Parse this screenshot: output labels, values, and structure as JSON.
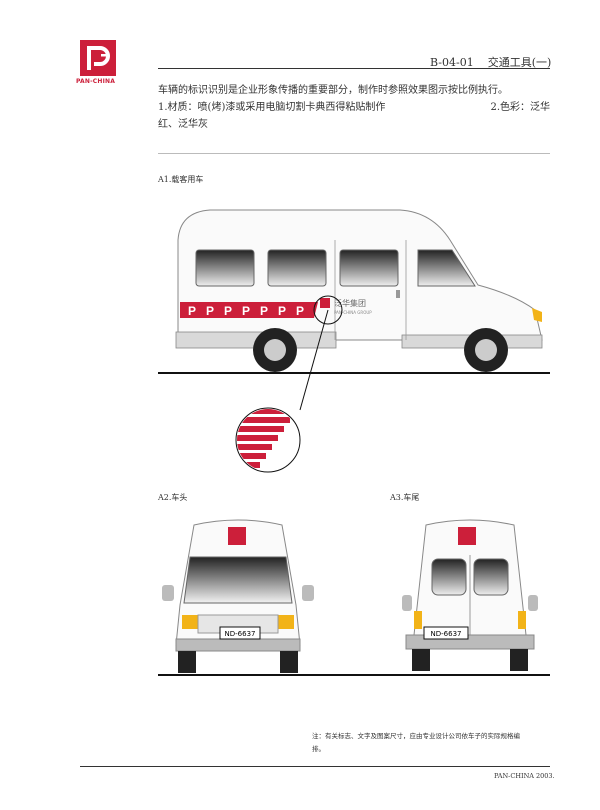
{
  "brand": {
    "name": "PAN-CHINA",
    "color": "#cc1f3a"
  },
  "header": {
    "code": "B-04-01",
    "title": "交通工具(一)"
  },
  "intro": {
    "line1": "车辆的标识识别是企业形象传播的重要部分，制作时参照效果图示按比例执行。",
    "material": "1.材质：喷(烤)漆或采用电脑切割卡典西得粘贴制作",
    "color_label": "2.色彩：泛华",
    "line3": "红、泛华灰"
  },
  "sections": {
    "a1": "A1.载客用车",
    "a2": "A2.车头",
    "a3": "A3.车尾"
  },
  "vehicle": {
    "side_logo_text": "泛华集团",
    "side_logo_sub": "PAN-CHINA GROUP",
    "plate": "ND-6637"
  },
  "note": {
    "line1": "注：有关标志、文字及图案尺寸，应由专业设计公司依车子的实际规格编",
    "line2": "排。"
  },
  "footer": {
    "text": "PAN-CHINA 2003."
  }
}
